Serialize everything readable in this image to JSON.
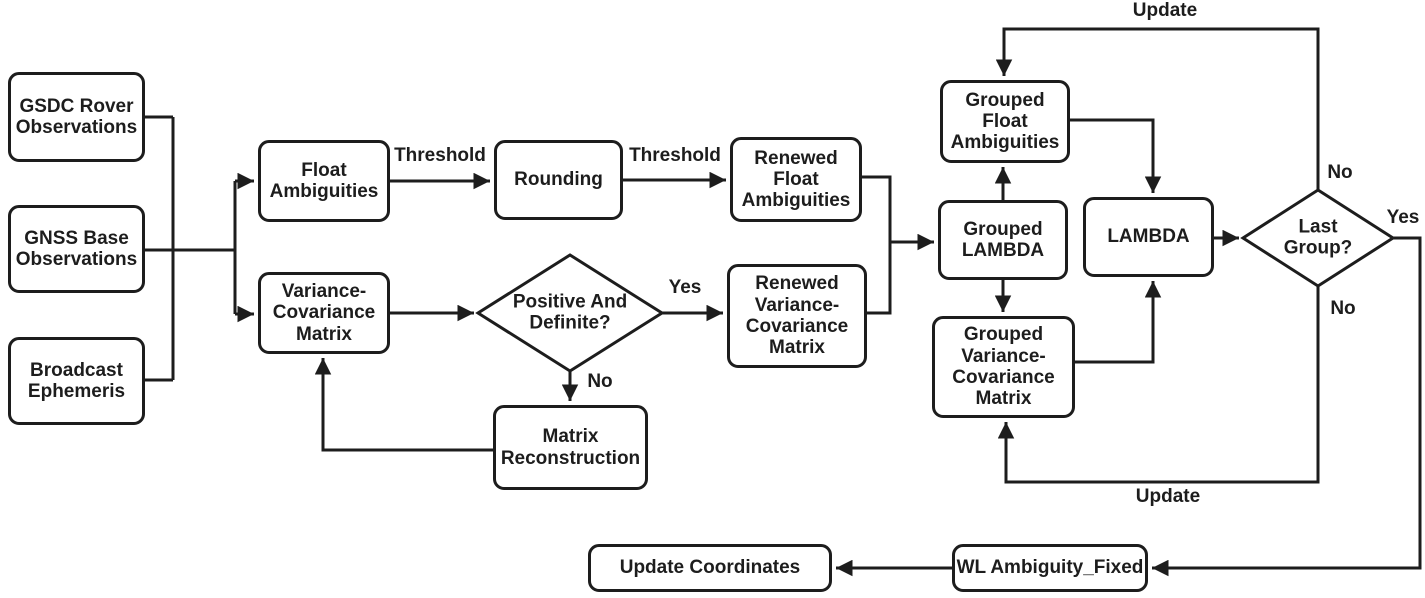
{
  "diagram": {
    "colors": {
      "line": "#1d1d1d",
      "background": "#ffffff",
      "text": "#1d1d1d"
    },
    "nodes": {
      "gsdc_rover": "GSDC Rover\nObservations",
      "gnss_base": "GNSS Base\nObservations",
      "broadcast": "Broadcast\nEphemeris",
      "float_ambiguities": "Float\nAmbiguities",
      "rounding": "Rounding",
      "renewed_float": "Renewed\nFloat\nAmbiguities",
      "variance_covariance": "Variance-\nCovariance\nMatrix",
      "renewed_vcm": "Renewed\nVariance-\nCovariance\nMatrix",
      "matrix_reconstruction": "Matrix\nReconstruction",
      "grouped_float": "Grouped\nFloat\nAmbiguities",
      "grouped_lambda": "Grouped\nLAMBDA",
      "lambda": "LAMBDA",
      "grouped_vcm": "Grouped\nVariance-\nCovariance\nMatrix",
      "update_coordinates": "Update Coordinates",
      "wl_ambiguity_fixed": "WL Ambiguity_Fixed"
    },
    "decisions": {
      "positive_definite": "Positive And\nDefinite?",
      "last_group": "Last Group?"
    },
    "edge_labels": {
      "threshold_1": "Threshold",
      "threshold_2": "Threshold",
      "yes_pd": "Yes",
      "no_pd": "No",
      "update_top": "Update",
      "no_top": "No",
      "yes_lg": "Yes",
      "no_bottom": "No",
      "update_bottom": "Update"
    }
  }
}
